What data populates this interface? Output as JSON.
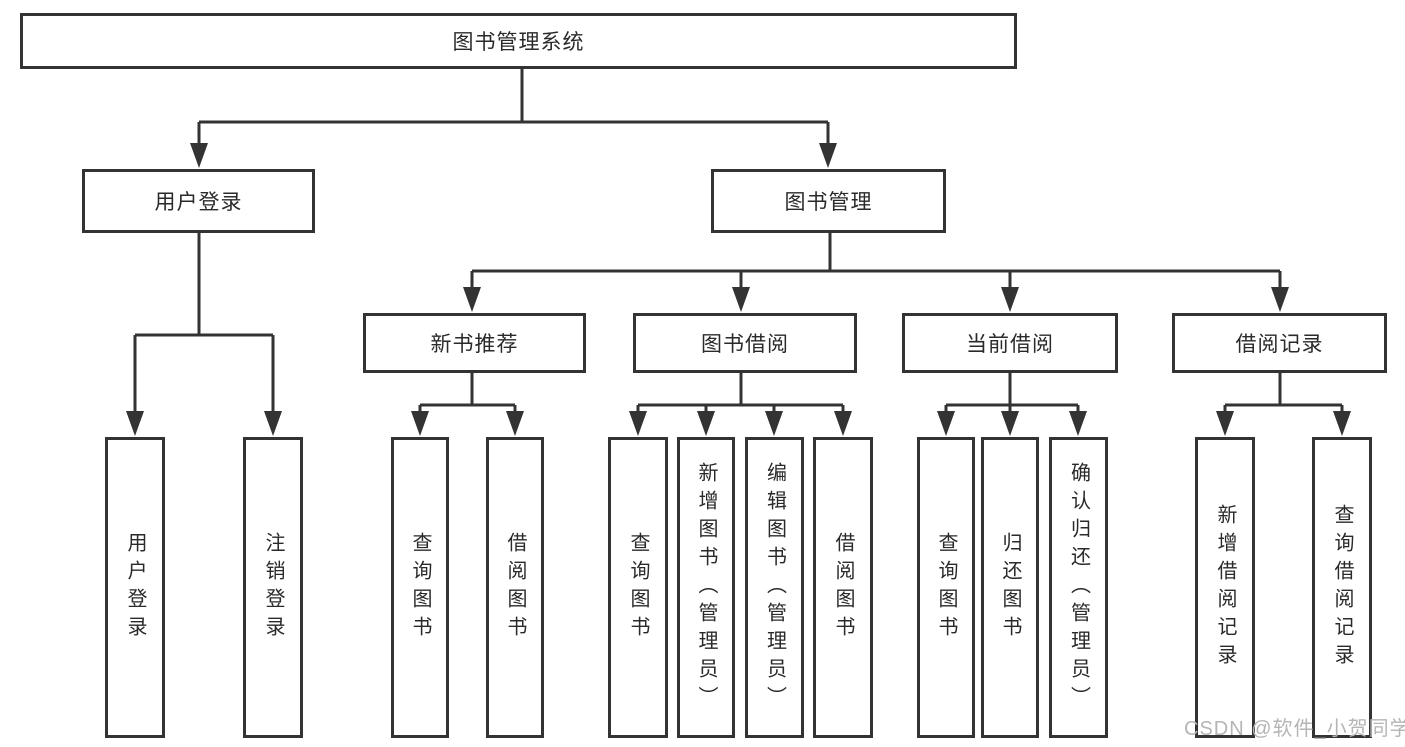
{
  "diagram": {
    "root": "图书管理系统",
    "branches": [
      {
        "label": "用户登录",
        "children": [
          "用户登录",
          "注销登录"
        ]
      },
      {
        "label": "图书管理",
        "modules": [
          {
            "label": "新书推荐",
            "children": [
              "查询图书",
              "借阅图书"
            ]
          },
          {
            "label": "图书借阅",
            "children": [
              "查询图书",
              "新增图书（管理员）",
              "编辑图书（管理员）",
              "借阅图书"
            ]
          },
          {
            "label": "当前借阅",
            "children": [
              "查询图书",
              "归还图书",
              "确认归还（管理员）"
            ]
          },
          {
            "label": "借阅记录",
            "children": [
              "新增借阅记录",
              "查询借阅记录"
            ]
          }
        ]
      }
    ]
  },
  "watermark": {
    "text": "CSDN @软件_小贺同学"
  },
  "colors": {
    "line": "#333333",
    "text": "#2a2a2a",
    "watermark": "#b5b5b5",
    "background": "#ffffff"
  }
}
